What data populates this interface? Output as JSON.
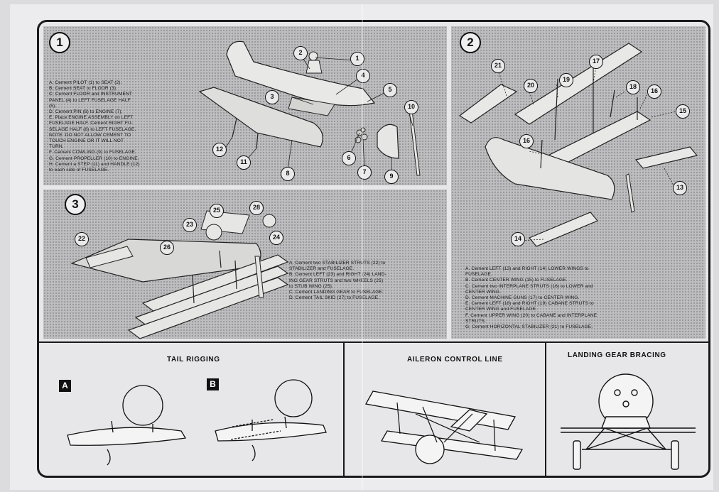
{
  "step1": {
    "number": "1",
    "instructions": [
      "A.  Cement PILOT (1) to SEAT (2).",
      "B.  Cement SEAT to FLOOR (3).",
      "C.  Cement FLOOR and INSTRUMENT",
      "     PANEL (4) to LEFT FUSELAGE HALF",
      "     (5).",
      "D.  Cement PIN (6) to ENGINE (7).",
      "E.  Place ENGINE ASSEMBLY on LEFT",
      "     FUSELAGE HALF. Cement RIGHT FU-",
      "     SELAGE HALF (8) to LEFT FUSELAGE.",
      "     NOTE: DO NOT ALLOW CEMENT TO",
      "     TOUCH ENGINE OR IT WILL NOT",
      "     TURN.",
      "F.  Cement COWLING (9) to FUSELAGE.",
      "G.  Cement PROPELLER (10) to ENGINE.",
      "H.  Cement a STEP (11) and HANDLE (12)",
      "     to each side of FUSELAGE."
    ],
    "callouts": [
      "1",
      "2",
      "3",
      "4",
      "5",
      "6",
      "7",
      "8",
      "9",
      "10",
      "11",
      "12"
    ]
  },
  "step2": {
    "number": "2",
    "instructions": [
      "A.  Cement LEFT (13) and RIGHT (14) LOWER WINGS to",
      "     FUSELAGE.",
      "B.  Cement CENTER WING (15) to FUSELAGE.",
      "C.  Cement two INTERPLANE STRUTS (16) to LOWER and",
      "     CENTER WING.",
      "D.  Cement MACHINE GUNS (17) to CENTER WING.",
      "E.  Cement LEFT (18) and RIGHT (19) CABANE STRUTS to",
      "     CENTER WING and FUSELAGE.",
      "F.  Cement UPPER WING (20) to CABANE and INTERPLANE",
      "     STRUTS.",
      "G.  Cement HORIZONTAL STABILIZER (21) to FUSELAGE."
    ],
    "callouts": [
      "13",
      "14",
      "15",
      "16",
      "16",
      "17",
      "18",
      "19",
      "20",
      "21"
    ]
  },
  "step3": {
    "number": "3",
    "instructions": [
      "A.  Cement two STABILIZER STRUTS (22) to",
      "     STABILIZER and FUSELAGE.",
      "B.  Cement LEFT (23) and RIGHT (24) LAND-",
      "     ING GEAR STRUTS and two WHEELS (25)",
      "     to STUB WING (25).",
      "C.  Cement LANDING GEAR to FUSELAGE.",
      "D.  Cement TAIL SKID (27) to FUSELAGE."
    ],
    "callouts": [
      "22",
      "23",
      "24",
      "25",
      "26",
      "28"
    ]
  },
  "bottom": {
    "tail_rigging": {
      "title": "TAIL RIGGING",
      "tag_a": "A",
      "tag_b": "B"
    },
    "aileron": {
      "title": "AILERON CONTROL LINE"
    },
    "landing_gear": {
      "title": "LANDING GEAR BRACING"
    }
  }
}
